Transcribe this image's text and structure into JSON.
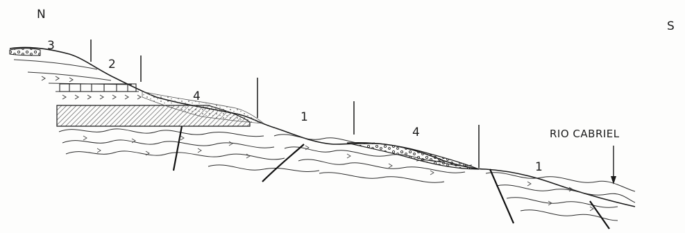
{
  "orientation": {
    "north": "N",
    "south": "S"
  },
  "units": [
    "3",
    "2",
    "4",
    "1",
    "4",
    "1"
  ],
  "river_label": "RIO CABRIEL",
  "colors": {
    "ink": "#1a1a1a",
    "background": "#fdfdfc",
    "hatch": "#8a8a8a"
  }
}
